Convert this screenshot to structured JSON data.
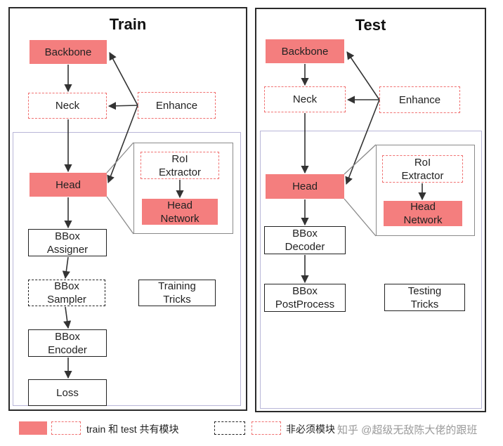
{
  "train": {
    "title": "Train",
    "backbone": "Backbone",
    "neck": "Neck",
    "enhance": "Enhance",
    "head": "Head",
    "roi_extractor": "RoI\nExtractor",
    "head_network": "Head\nNetwork",
    "bbox_assigner": "BBox\nAssigner",
    "bbox_sampler": "BBox\nSampler",
    "bbox_encoder": "BBox\nEncoder",
    "loss": "Loss",
    "training_tricks": "Training\nTricks"
  },
  "test": {
    "title": "Test",
    "backbone": "Backbone",
    "neck": "Neck",
    "enhance": "Enhance",
    "head": "Head",
    "roi_extractor": "RoI\nExtractor",
    "head_network": "Head\nNetwork",
    "bbox_decoder": "BBox\nDecoder",
    "bbox_postprocess": "BBox\nPostProcess",
    "testing_tricks": "Testing\nTricks"
  },
  "legend": {
    "shared_label": "train 和 test 共有模块",
    "optional_label": "非必须模块"
  },
  "watermark": {
    "text": "知乎 @超级无敌陈大佬的跟班"
  },
  "colors": {
    "module_fill": "#f47e7e",
    "dashed_red": "#f07070",
    "inner_border": "#b8b6d8"
  }
}
